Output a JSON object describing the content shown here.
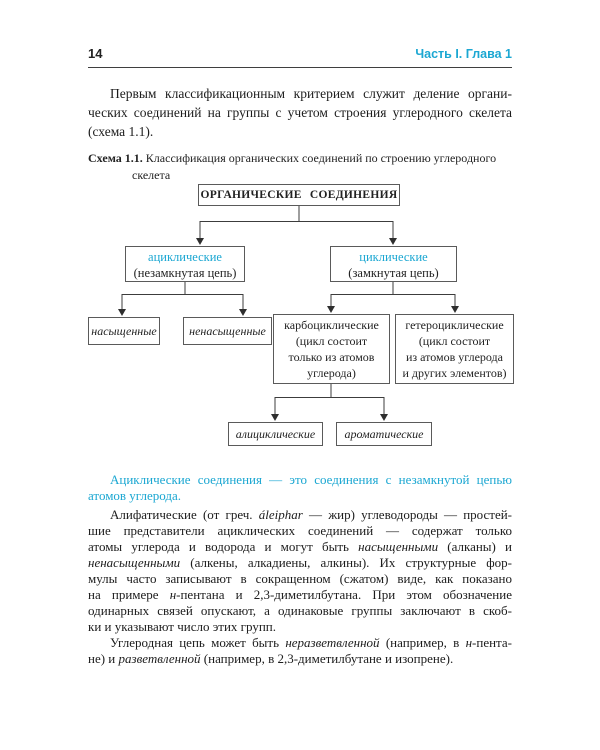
{
  "colors": {
    "accent": "#1ba7d2",
    "rule": "#3f3f3f"
  },
  "header": {
    "page_number": "14",
    "chapter": "Часть I. Глава 1"
  },
  "intro": {
    "lines": [
      "Первым классификационным критерием служит деление органи-",
      "ческих соединений на группы с учетом строения углеродного скелета",
      "(схема 1.1)."
    ]
  },
  "caption": {
    "label": "Схема 1.1.",
    "line1": "Классификация органических соединений по строению углеродного",
    "line2": "скелета"
  },
  "diagram": {
    "root": "ОРГАНИЧЕСКИЕ СОЕДИНЕНИЯ",
    "acyclic": {
      "title": "ациклические",
      "subtitle": "(незамкнутая цепь)"
    },
    "cyclic": {
      "title": "циклические",
      "subtitle": "(замкнутая цепь)"
    },
    "saturated": "насыщенные",
    "unsaturated": "ненасыщенные",
    "carbocyclic": {
      "lines": [
        "карбоциклические",
        "(цикл состоит",
        "только из атомов",
        "углерода)"
      ]
    },
    "heterocyclic": {
      "lines": [
        "гетероциклические",
        "(цикл состоит",
        "из атомов углерода",
        "и других элементов)"
      ]
    },
    "alicyclic": "алициклические",
    "aromatic": "ароматические"
  },
  "definition": {
    "lines": [
      "Ациклические соединения — это соединения с незамкнутой цепью",
      "атомов углерода."
    ]
  },
  "para_aliphatic": {
    "lines": [
      "Алифатические (от греч. *áleiphar* — жир) углеводороды — простей-",
      "шие представители ациклических соединений — содержат только",
      "атомы углерода и водорода и могут быть *насыщенными* (алканы) и",
      "*ненасыщенными* (алкены, алкадиены, алкины). Их структурные фор-",
      "мулы часто записывают в сокращенном (сжатом) виде, как показано",
      "на примере *н*-пентана и 2,3-диметилбутана. При этом обозначение",
      "одинарных связей опускают, а одинаковые группы заключают в скоб-",
      "ки и указывают число этих групп."
    ]
  },
  "para_chain": {
    "lines": [
      "Углеродная цепь может быть *неразветвленной* (например, в *н*-пента-",
      "не) и *разветвленной* (например, в 2,3-диметилбутане и изопрене)."
    ]
  }
}
